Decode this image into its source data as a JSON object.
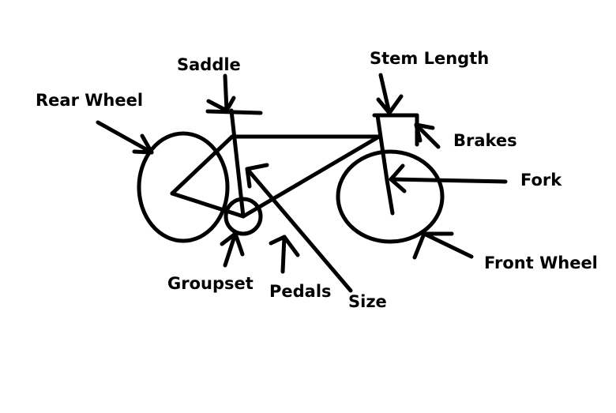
{
  "labels": {
    "saddle": "Saddle",
    "stem_length": "Stem Length",
    "rear_wheel": "Rear Wheel",
    "brakes": "Brakes",
    "fork": "Fork",
    "front_wheel": "Front Wheel",
    "groupset": "Groupset",
    "pedals": "Pedals",
    "size": "Size"
  },
  "colors": {
    "ink": "#000000",
    "background": "#ffffff"
  }
}
